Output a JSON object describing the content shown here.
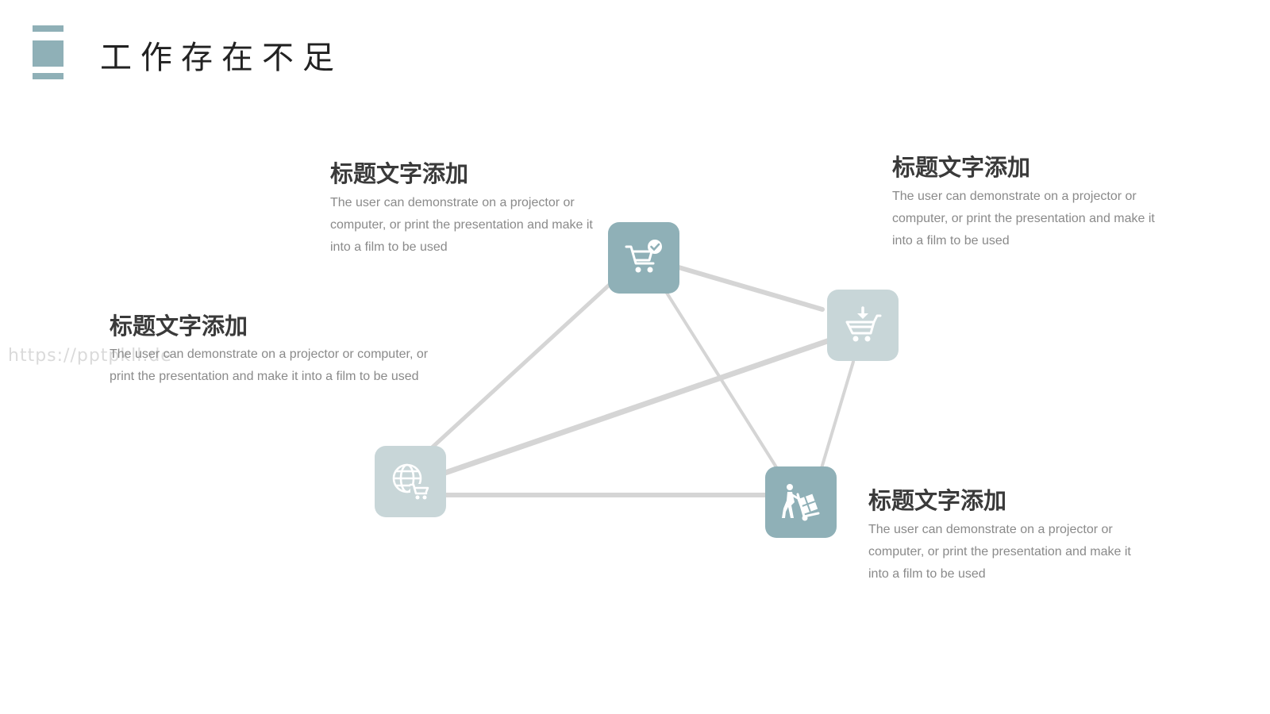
{
  "slide": {
    "title": "工作存在不足",
    "accent_color": "#8fb0b7",
    "light_color": "#c8d6d8"
  },
  "watermark": "https://pptpkll.de",
  "blocks": [
    {
      "title": "标题文字添加",
      "description": "The user can demonstrate on a projector or computer, or print the presentation and make it into a film to be used"
    },
    {
      "title": "标题文字添加",
      "description": "The user can demonstrate on a projector or computer, or print the presentation and make it into a film to be used"
    },
    {
      "title": "标题文字添加",
      "description": "The user can demonstrate on a projector or computer, or print the presentation and make it into a film to be used"
    },
    {
      "title": "标题文字添加",
      "description": "The user can demonstrate on a projector or computer, or print the presentation and make it into a film to be used"
    }
  ],
  "nodes": [
    {
      "icon": "shopping-cart-check-icon",
      "style": "dark"
    },
    {
      "icon": "cart-download-icon",
      "style": "light"
    },
    {
      "icon": "globe-cart-icon",
      "style": "light"
    },
    {
      "icon": "hand-truck-delivery-icon",
      "style": "dark"
    }
  ]
}
